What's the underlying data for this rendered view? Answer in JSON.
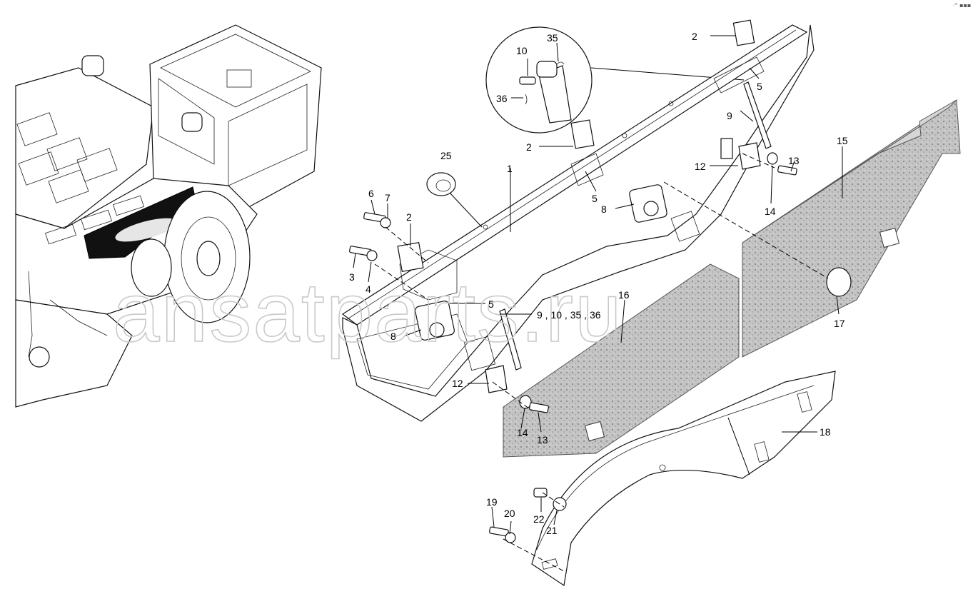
{
  "watermark": "ansatparts.ru",
  "corner_mark": "·° ▪▪▪",
  "callouts": {
    "c1": "1",
    "c2a": "2",
    "c2b": "2",
    "c2c": "2",
    "c3": "3",
    "c4": "4",
    "c5a": "5",
    "c5b": "5",
    "c5c": "5",
    "c6": "6",
    "c7": "7",
    "c8a": "8",
    "c8b": "8",
    "c9a": "9",
    "c9b": "9 , 10 , 35 , 36",
    "c10": "10",
    "c12a": "12",
    "c12b": "12",
    "c13a": "13",
    "c13b": "13",
    "c14a": "14",
    "c14b": "14",
    "c15": "15",
    "c16": "16",
    "c17": "17",
    "c18": "18",
    "c19": "19",
    "c20": "20",
    "c21": "21",
    "c22": "22",
    "c25": "25",
    "c35": "35",
    "c36": "36"
  },
  "colors": {
    "line": "#000000",
    "mat_fill": "#b8b8b8",
    "watermark": "#c9c9c9"
  }
}
